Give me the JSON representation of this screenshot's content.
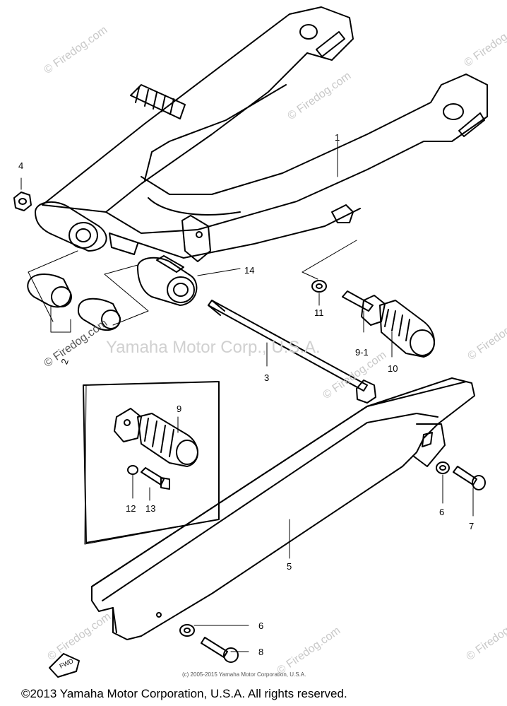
{
  "callouts": {
    "c1": "1",
    "c3": "3",
    "c4": "4",
    "c5": "5",
    "c6a": "6",
    "c6b": "6",
    "c7": "7",
    "c8": "8",
    "c9": "9",
    "c9_1": "9-1",
    "c10": "10",
    "c11": "11",
    "c12": "12",
    "c13": "13",
    "c14": "14",
    "c2": "2"
  },
  "fwd_marker": "FWD",
  "watermarks": {
    "center": "Yamaha Motor Corp., U.S.A.",
    "site": "© Firedog.com",
    "site_short": "Firedog.com"
  },
  "copyright_small": "(c) 2005-2015 Yamaha Motor Corporation, U.S.A.",
  "copyright_main": "©2013 Yamaha Motor Corporation, U.S.A. All rights reserved.",
  "colors": {
    "line": "#000000",
    "background": "#ffffff",
    "watermark": "#c8c8c8"
  }
}
